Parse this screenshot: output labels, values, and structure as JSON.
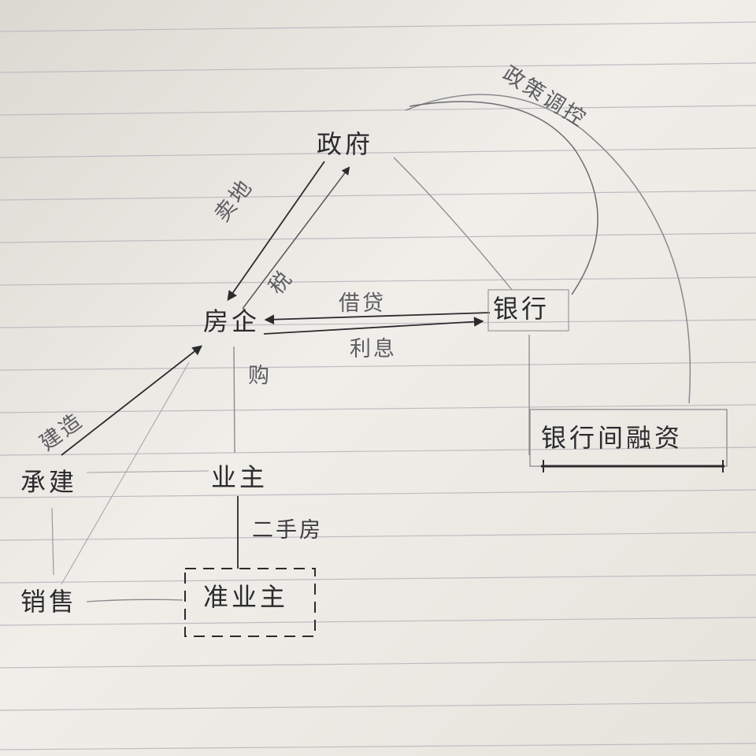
{
  "nodes": {
    "government": "政府",
    "developer": "房企",
    "bank": "银行",
    "interbank": "银行间融资",
    "contractor": "承建",
    "sales": "销售",
    "owner": "业主",
    "prospective_owner": "准业主"
  },
  "edges": {
    "land_sale": "卖地",
    "tax": "税",
    "loan": "借贷",
    "interest": "利息",
    "construction": "建造",
    "purchase": "购",
    "second_hand": "二手房",
    "policy": "政策调控"
  },
  "colors": {
    "ink": "#2b2b2e",
    "pencil": "#8a8a8f",
    "paper": "#eae7e0",
    "rule": "#bdbcc2"
  }
}
